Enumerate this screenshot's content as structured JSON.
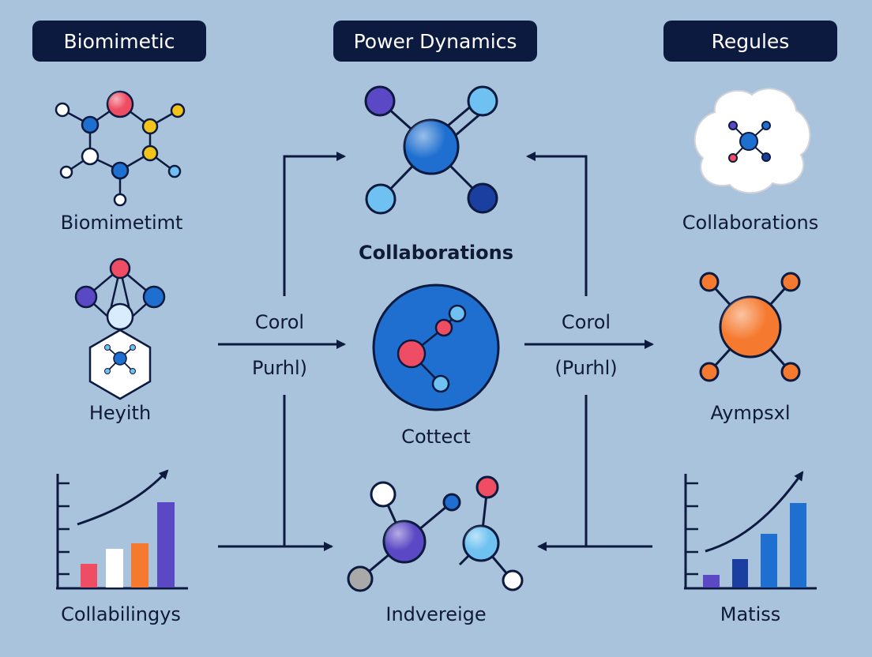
{
  "headers": {
    "left": "Biomimetic",
    "center": "Power Dynamics",
    "right": "Regules"
  },
  "labels": {
    "left_1": "Biomimetimt",
    "left_2": "Heyith",
    "left_3": "Collabilingys",
    "center_1": "Collaborations",
    "center_2": "Cottect",
    "center_3": "Indvereige",
    "right_1": "Collaborations",
    "right_2": "Aympsxl",
    "right_3": "Matiss",
    "arrow_left_top": "Corol",
    "arrow_left_bottom": "Purhl)",
    "arrow_right_top": "Corol",
    "arrow_right_bottom": "(Purhl)"
  },
  "colors": {
    "background": "#a9c3dc",
    "header_bg": "#0d1a3f",
    "navy": "#0d1a3f",
    "blue": "#1e6fcf",
    "dark_blue": "#1a3fa0",
    "light_blue": "#6ec1f0",
    "purple": "#5b48c4",
    "red": "#ee4d63",
    "yellow": "#f2c419",
    "orange": "#f57a2f",
    "white": "#ffffff",
    "gray": "#a9a9a9"
  },
  "icons": {
    "left_1": "hexagon-molecule-icon",
    "left_2": "molecule-hexagon-icon",
    "left_3": "bar-chart-trend-icon",
    "center_1": "molecule-hub-icon",
    "center_2": "circle-molecule-icon",
    "center_3": "molecule-pair-icon",
    "right_1": "cloud-molecule-icon",
    "right_2": "orange-molecule-icon",
    "right_3": "bar-chart-trend-icon"
  }
}
